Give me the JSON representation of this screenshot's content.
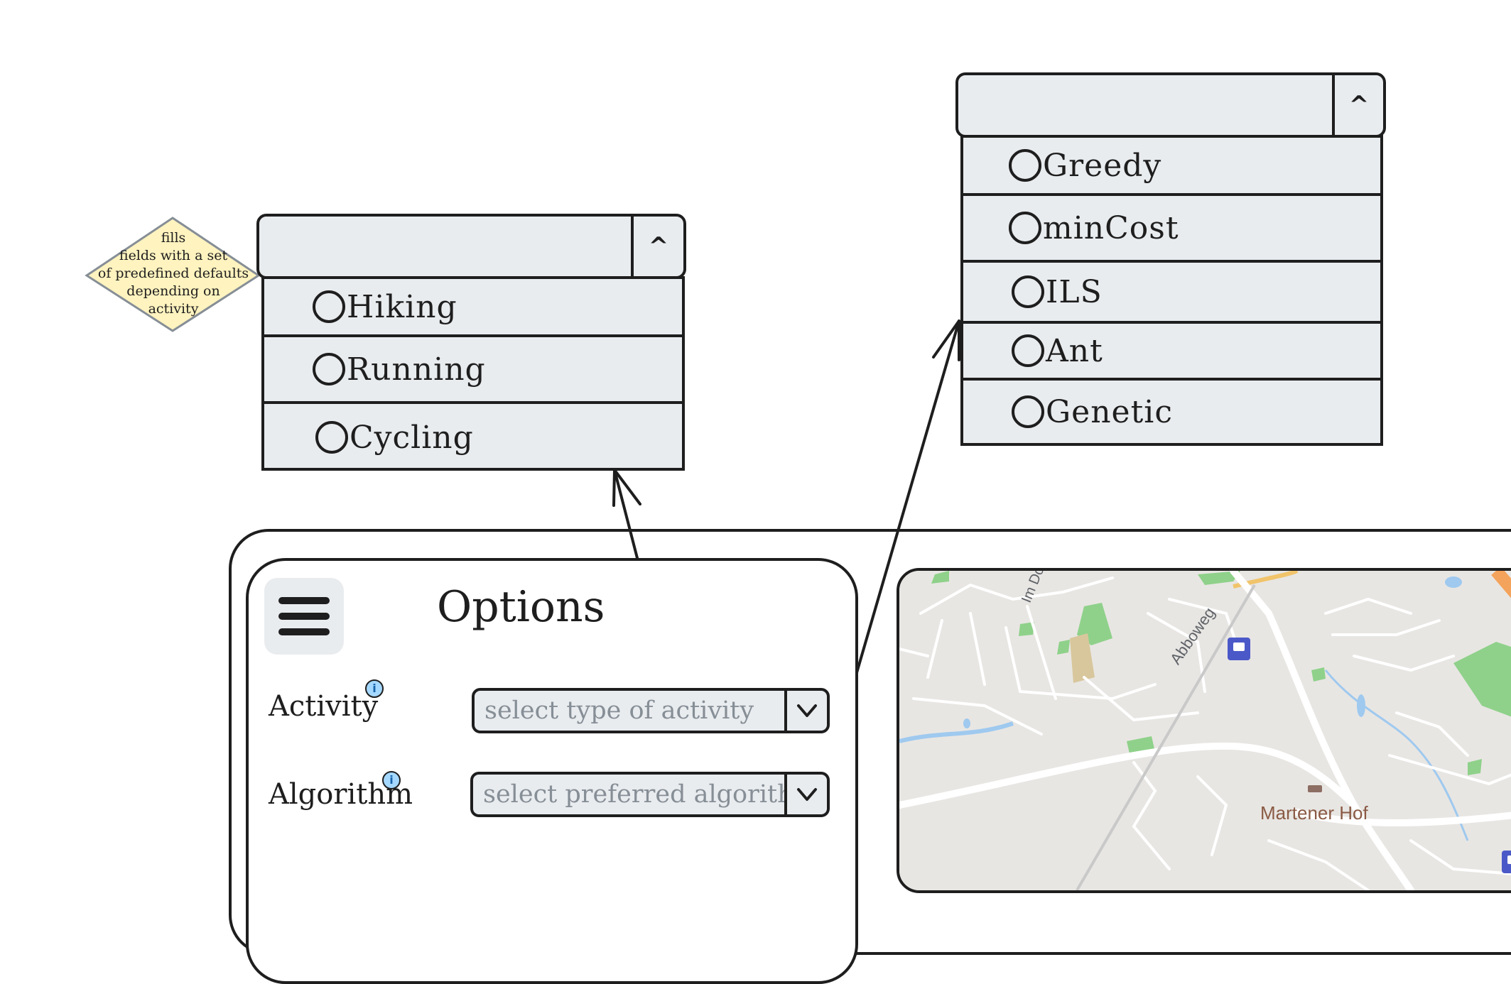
{
  "note": {
    "text_lines": [
      "fills",
      "fields with a set",
      "of predefined defaults",
      "depending on",
      "activity"
    ]
  },
  "activity_dropdown": {
    "caret": "^",
    "options": [
      "Hiking",
      "Running",
      "Cycling"
    ]
  },
  "algorithm_dropdown": {
    "caret": "^",
    "options": [
      "Greedy",
      "minCost",
      "ILS",
      "Ant",
      "Genetic"
    ]
  },
  "options_panel": {
    "title": "Options",
    "menu_icon": "hamburger-icon",
    "activity_label": "Activity",
    "activity_placeholder": "select type of activity",
    "algorithm_label": "Algorithm",
    "algorithm_placeholder": "select preferred algorithm",
    "info_glyph": "i"
  },
  "map": {
    "labels": [
      "Im Do",
      "Abboweg",
      "Martener Hof"
    ]
  },
  "colors": {
    "stroke": "#1e1e1e",
    "fill_gray": "#e9ecef",
    "note_fill": "#fff3bf",
    "info_fill": "#a5d8ff"
  }
}
